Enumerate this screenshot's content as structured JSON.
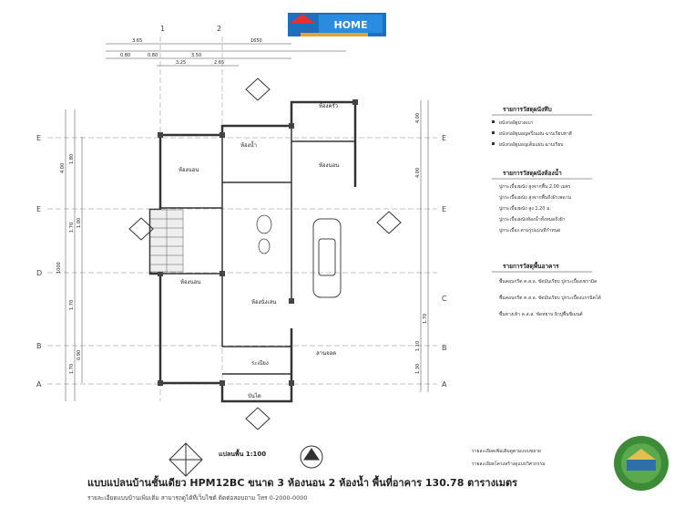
{
  "logo": {
    "label": "HOME"
  },
  "grid_left": [
    "E",
    "E",
    "D",
    "B",
    "A"
  ],
  "grid_right": [
    "E",
    "E",
    "C",
    "B",
    "A"
  ],
  "grid_top": [
    "1",
    "2"
  ],
  "dimensions_top": {
    "overall": "1650",
    "left_total": "3.65",
    "seg1": "0.80",
    "seg2": "0.80",
    "seg3": "3.50",
    "seg4": "3.25",
    "seg5": "2.65"
  },
  "dimensions_left": [
    "4.00",
    "1.80",
    "1.70",
    "1.00",
    "1.70",
    "0.90",
    "1.70",
    "1000"
  ],
  "dimensions_right": [
    "4.00",
    "4.00",
    "1.70",
    "1.10",
    "1.30"
  ],
  "rooms": {
    "kitchen": "ห้องครัว",
    "bathroom": "ห้องน้ำ",
    "bedroom1": "ห้องนอน",
    "bedroom2": "ห้องนอน",
    "living": "ห้องนั่งเล่น",
    "bedroom3": "ห้องนอน",
    "terrace": "ระเบียง",
    "porch": "ลานจอด",
    "stair": "บันได"
  },
  "legend": {
    "section1_title": "รายการวัสดุผนังทึบ",
    "section1_items": [
      "ผนังก่ออิฐมวลเบา",
      "ผนังก่ออิฐมอญครึ่งแผ่น ฉาบเรียบทาสี",
      "ผนังก่ออิฐมอญเต็มแผ่น ฉาบเรียบ"
    ],
    "section2_title": "รายการวัสดุผนังห้องน้ำ",
    "section2_items": [
      "ปูกระเบื้องผนัง สูงจากพื้น 2.00 เมตร",
      "ปูกระเบื้องผนัง สูงจากพื้นถึงฝ้าเพดาน",
      "ปูกระเบื้องผนัง สูง 1.20 ม.",
      "ปูกระเบื้องผนังห้องน้ำทั้งหมดถึงฝ้า",
      "ปูกระเบื้อง ตามรูปแบบที่กำหนด"
    ],
    "section3_title": "รายการวัสดุพื้นอาคาร",
    "section3_items": [
      "พื้นคอนกรีต ค.ส.ล. ขัดมันเรียบ ปูกระเบื้องเซรามิค",
      "พื้นคอนกรีต ค.ส.ล. ขัดมันเรียบ ปูกระเบื้องแกรนิตโต้",
      "พื้นทางเท้า ค.ส.ล. ขัดหยาบ ผิวปูพื้นซีเมนต์"
    ]
  },
  "scale_label": "แปลนพื้น  1:100",
  "notes": [
    "รายละเอียดเพิ่มเติมดูตามแบบขยาย",
    "รายละเอียดโครงสร้างดูแบบวิศวกรรม"
  ],
  "title": "แบบแปลนบ้านชั้นเดียว HPM12BC ขนาด 3 ห้องนอน 2 ห้องน้ำ พื้นที่อาคาร 130.78 ตารางเมตร",
  "subtitle": "รายละเอียดแบบบ้านเพิ่มเติม สามารถดูได้ที่เว็บไซต์ ติดต่อสอบถาม โทร 0-2000-0000",
  "colors": {
    "line": "#333333",
    "hatch": "#555555",
    "seal_green": "#3d8b37",
    "logo_blue": "#1f6fbf"
  }
}
